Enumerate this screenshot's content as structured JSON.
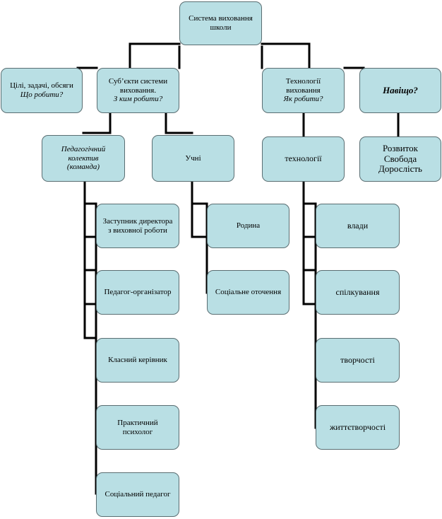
{
  "colors": {
    "box_fill": "#b9dfe4",
    "box_border": "#5a6e72",
    "connector": "#000000"
  },
  "nodes": {
    "root": {
      "line1": "Система виховання",
      "line2": "школи"
    },
    "goals": {
      "line1": "Цілі, задачі, обсяги",
      "line2": "Що робити?"
    },
    "subjects": {
      "line1": "Суб’єкти системи",
      "line2": "виховання.",
      "line3": "З ким робити?"
    },
    "technologies": {
      "line1": "Технології",
      "line2": "виховання",
      "line3": "Як робити?"
    },
    "why": {
      "line1": "Навіщо?"
    },
    "development": {
      "line1": "Розвиток",
      "line2": "Свобода",
      "line3": "Дорослість"
    },
    "staff": {
      "line1": "Педагогічний",
      "line2": "колектив",
      "line3": "(команда)"
    },
    "students": {
      "line1": "Учні"
    },
    "tech_group": {
      "line1": "технології"
    },
    "deputy": {
      "line1": "Заступник директора",
      "line2": "з виховної роботи"
    },
    "organizer": {
      "line1": "Педагог-організатор"
    },
    "class_teacher": {
      "line1": "Класний керівник"
    },
    "psychologist": {
      "line1": "Практичний",
      "line2": "психолог"
    },
    "social_teacher": {
      "line1": "Соціальний педагог"
    },
    "family": {
      "line1": "Родина"
    },
    "social_env": {
      "line1": "Соціальне оточення"
    },
    "power": {
      "line1": "влади"
    },
    "communication": {
      "line1": "спілкування"
    },
    "creativity": {
      "line1": "творчості"
    },
    "life_creation": {
      "line1": "життєтворчості"
    }
  }
}
